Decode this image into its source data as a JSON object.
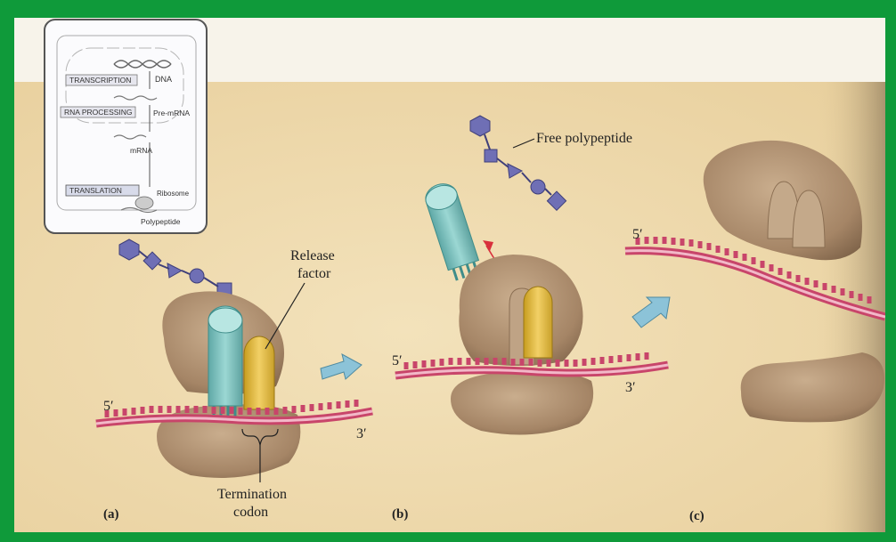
{
  "overview": {
    "dna": "DNA",
    "transcription": "TRANSCRIPTION",
    "rna_processing": "RNA PROCESSING",
    "pre_mrna": "Pre-mRNA",
    "mrna": "mRNA",
    "translation": "TRANSLATION",
    "ribosome": "Ribosome",
    "polypeptide": "Polypeptide"
  },
  "panel_a": {
    "label": "(a)",
    "release_factor_line1": "Release",
    "release_factor_line2": "factor",
    "five_prime": "5′",
    "three_prime": "3′",
    "termination_line1": "Termination",
    "termination_line2": "codon"
  },
  "panel_b": {
    "label": "(b)",
    "free_polypeptide": "Free polypeptide",
    "five_prime": "5′",
    "three_prime": "3′"
  },
  "panel_c": {
    "label": "(c)",
    "five_prime": "5′"
  },
  "colors": {
    "frame_green": "#0f9a3a",
    "background_tan": "#f0dcb0",
    "ribosome_brown": "#a8896a",
    "trna_teal": "#7fc3c0",
    "release_factor_yellow": "#e2bb3c",
    "mrna_pink": "#d35a7a",
    "polypeptide_purple": "#6f6fb5",
    "arrow_blue": "#8cc3d8"
  }
}
